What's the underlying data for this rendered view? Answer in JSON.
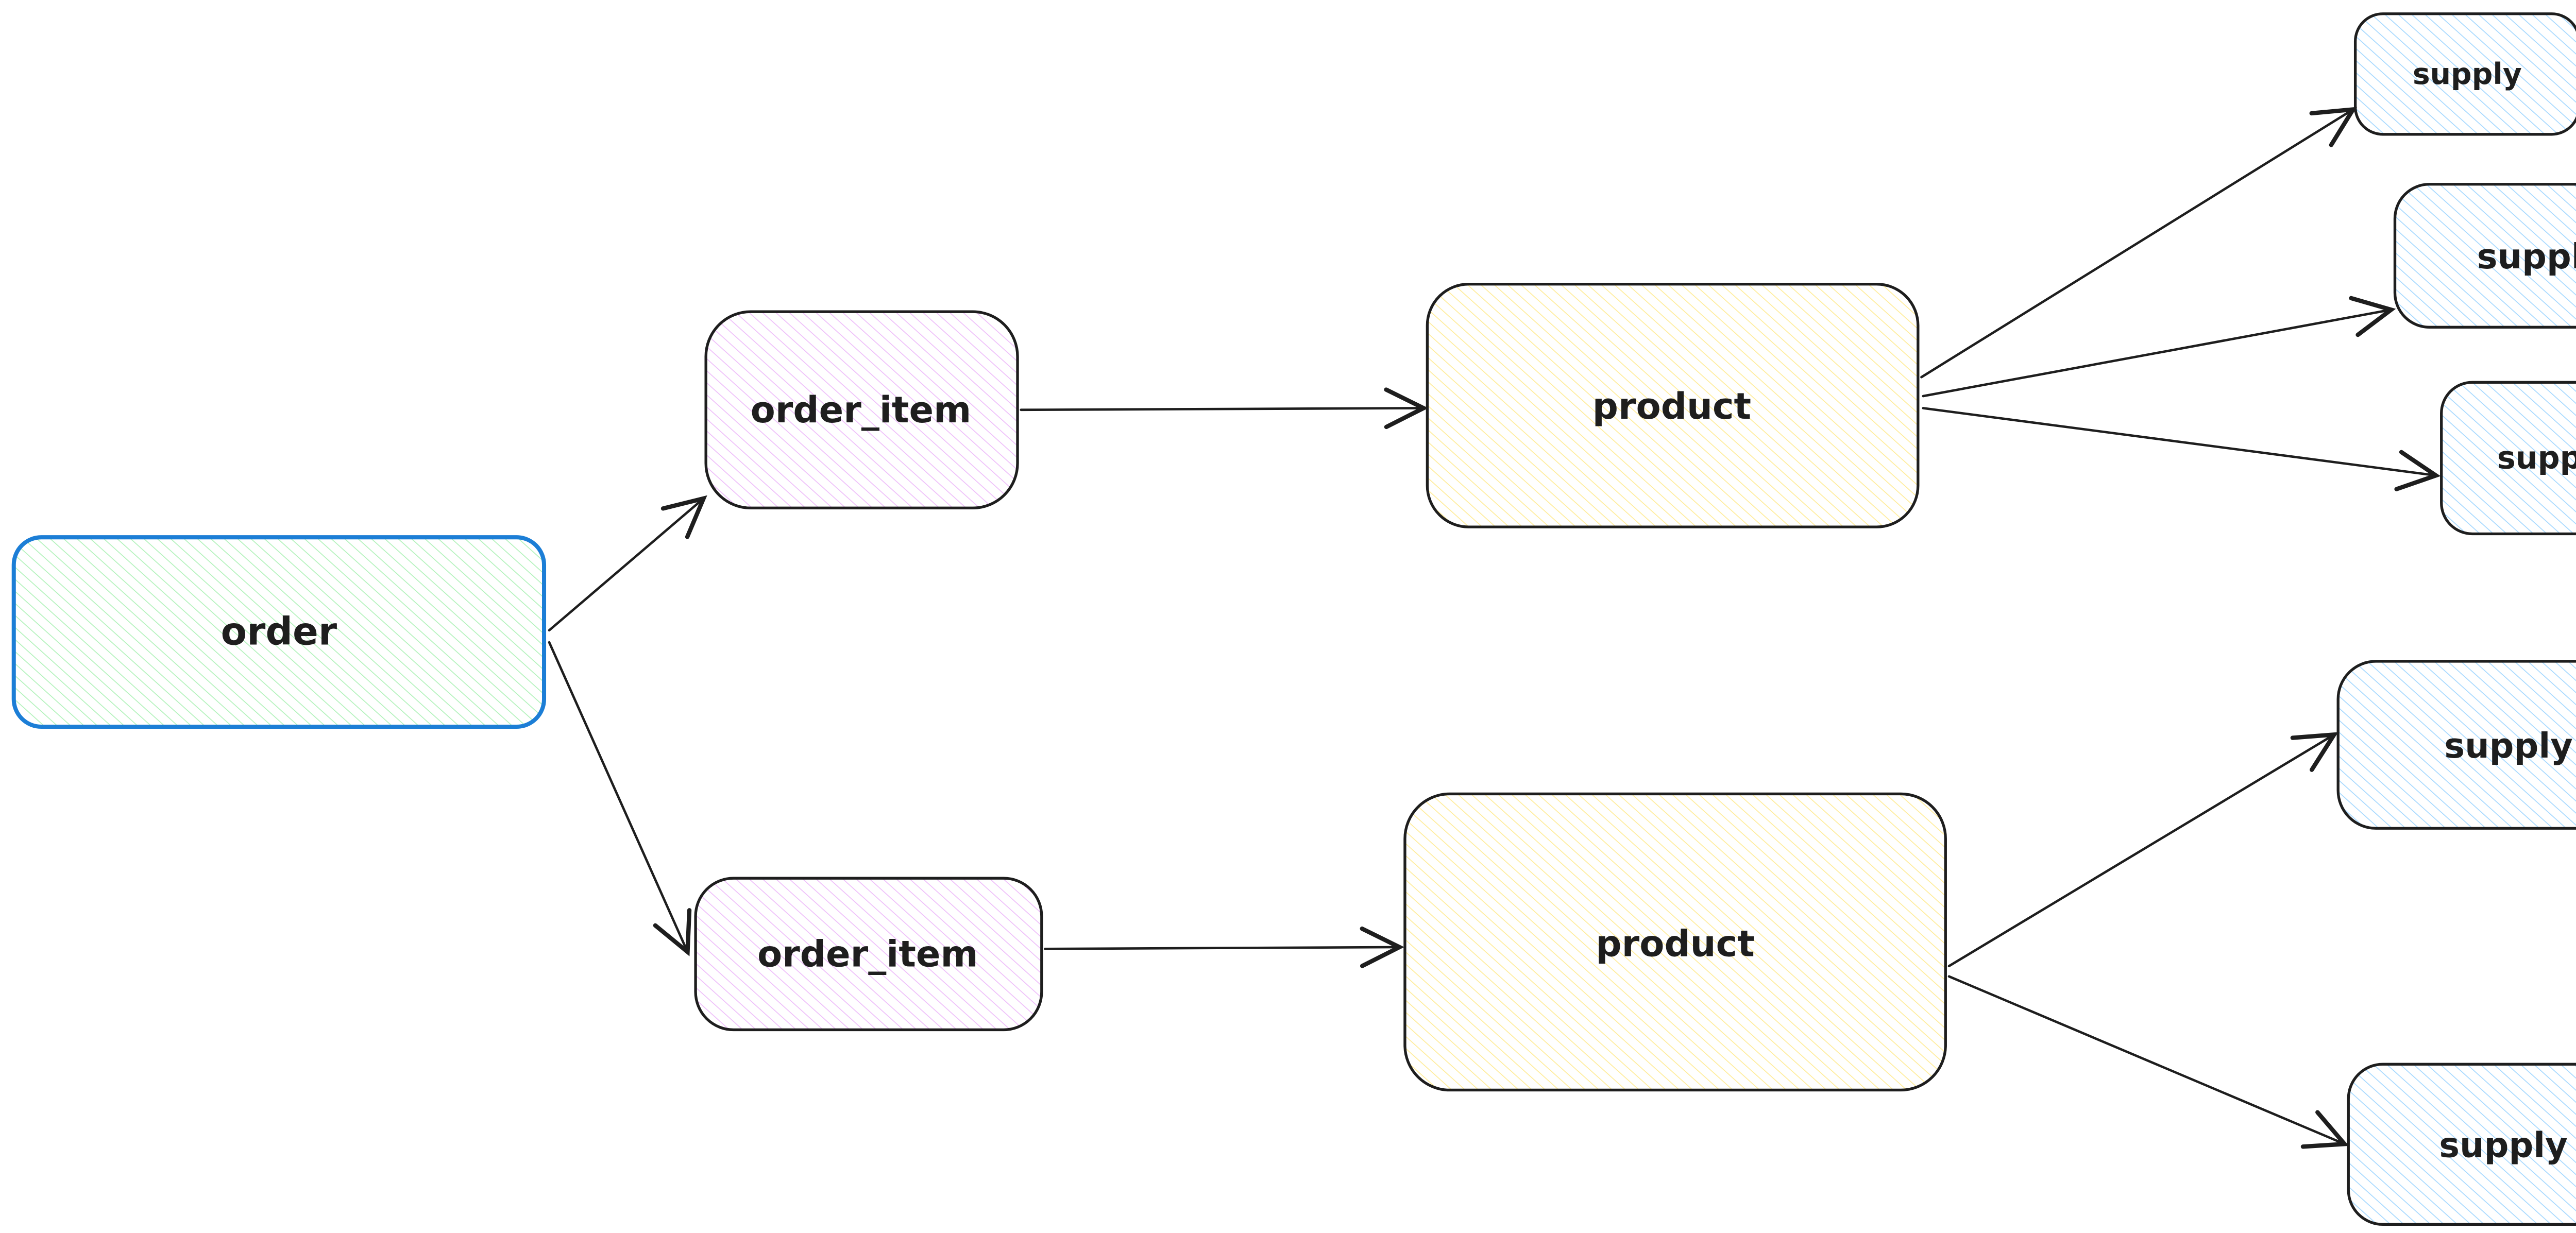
{
  "canvas": {
    "background": "#ffffff"
  },
  "diagram": {
    "description": "hand-drawn entity relationship tree",
    "nodes": [
      {
        "id": "order",
        "label": "order",
        "fill": "#b2f2bb",
        "stroke": "#1c7ed6"
      },
      {
        "id": "order_item_top",
        "label": "order_item",
        "fill": "#eebefa",
        "stroke": "#1e1e1e"
      },
      {
        "id": "product_top",
        "label": "product",
        "fill": "#ffec99",
        "stroke": "#1e1e1e"
      },
      {
        "id": "supply_top_1",
        "label": "supply",
        "fill": "#a5d8ff",
        "stroke": "#1e1e1e"
      },
      {
        "id": "supply_top_2",
        "label": "supply",
        "fill": "#a5d8ff",
        "stroke": "#1e1e1e"
      },
      {
        "id": "supply_top_3",
        "label": "supply",
        "fill": "#a5d8ff",
        "stroke": "#1e1e1e"
      },
      {
        "id": "order_item_bottom",
        "label": "order_item",
        "fill": "#eebefa",
        "stroke": "#1e1e1e"
      },
      {
        "id": "product_bottom",
        "label": "product",
        "fill": "#ffec99",
        "stroke": "#1e1e1e"
      },
      {
        "id": "supply_bottom_1",
        "label": "supply",
        "fill": "#a5d8ff",
        "stroke": "#1e1e1e"
      },
      {
        "id": "supply_bottom_2",
        "label": "supply",
        "fill": "#a5d8ff",
        "stroke": "#1e1e1e"
      }
    ],
    "edges": [
      {
        "from": "order",
        "to": "order_item_top"
      },
      {
        "from": "order",
        "to": "order_item_bottom"
      },
      {
        "from": "order_item_top",
        "to": "product_top"
      },
      {
        "from": "order_item_bottom",
        "to": "product_bottom"
      },
      {
        "from": "product_top",
        "to": "supply_top_1"
      },
      {
        "from": "product_top",
        "to": "supply_top_2"
      },
      {
        "from": "product_top",
        "to": "supply_top_3"
      },
      {
        "from": "product_bottom",
        "to": "supply_bottom_1"
      },
      {
        "from": "product_bottom",
        "to": "supply_bottom_2"
      }
    ],
    "colors": {
      "canvas_bg": "#ffffff",
      "arrow_stroke": "#1e1e1e",
      "node_stroke": "#1e1e1e",
      "order_stroke": "#1c7ed6",
      "text": "#1e1e1e",
      "fill_green": "#b2f2bb",
      "fill_violet": "#eebefa",
      "fill_yellow": "#ffec99",
      "fill_blue": "#a5d8ff"
    }
  }
}
